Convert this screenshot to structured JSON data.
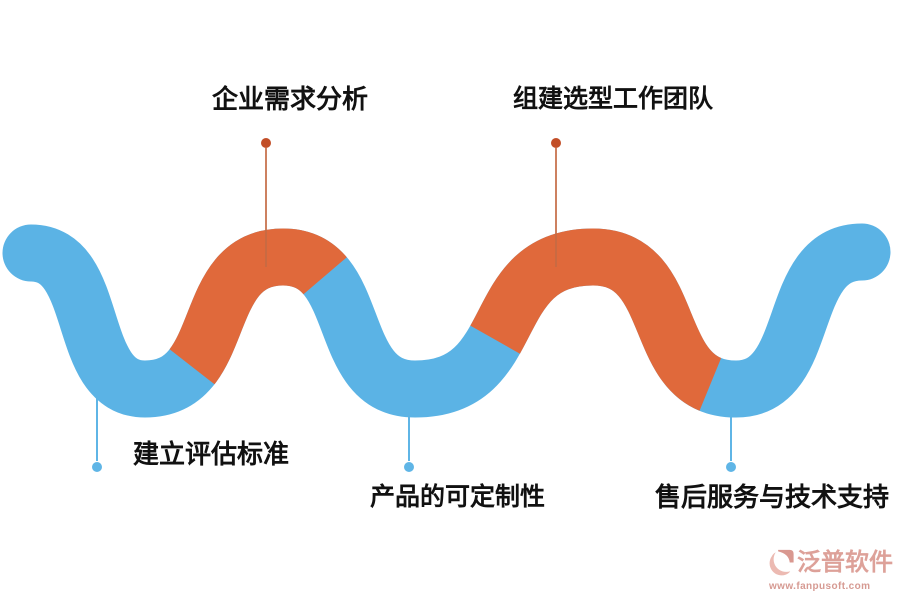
{
  "diagram": {
    "steps_top": [
      {
        "label": "企业需求分析"
      },
      {
        "label": "组建选型工作团队"
      }
    ],
    "steps_bottom": [
      {
        "label": "建立评估标准"
      },
      {
        "label": "产品的可定制性"
      },
      {
        "label": "售后服务与技术支持"
      }
    ],
    "colors": {
      "wave_blue": "#5BB3E5",
      "wave_orange": "#E0693B",
      "top_dot": "#C24E27",
      "top_line": "#C46B44",
      "bottom_accent": "#5FB5E6",
      "label_text": "#111111"
    }
  },
  "watermark": {
    "icon": "swirl-logo-icon",
    "brand": "泛普软件",
    "url": "www.fanpusoft.com",
    "brand_color": "#DC9C94",
    "url_color": "#D4958D"
  }
}
